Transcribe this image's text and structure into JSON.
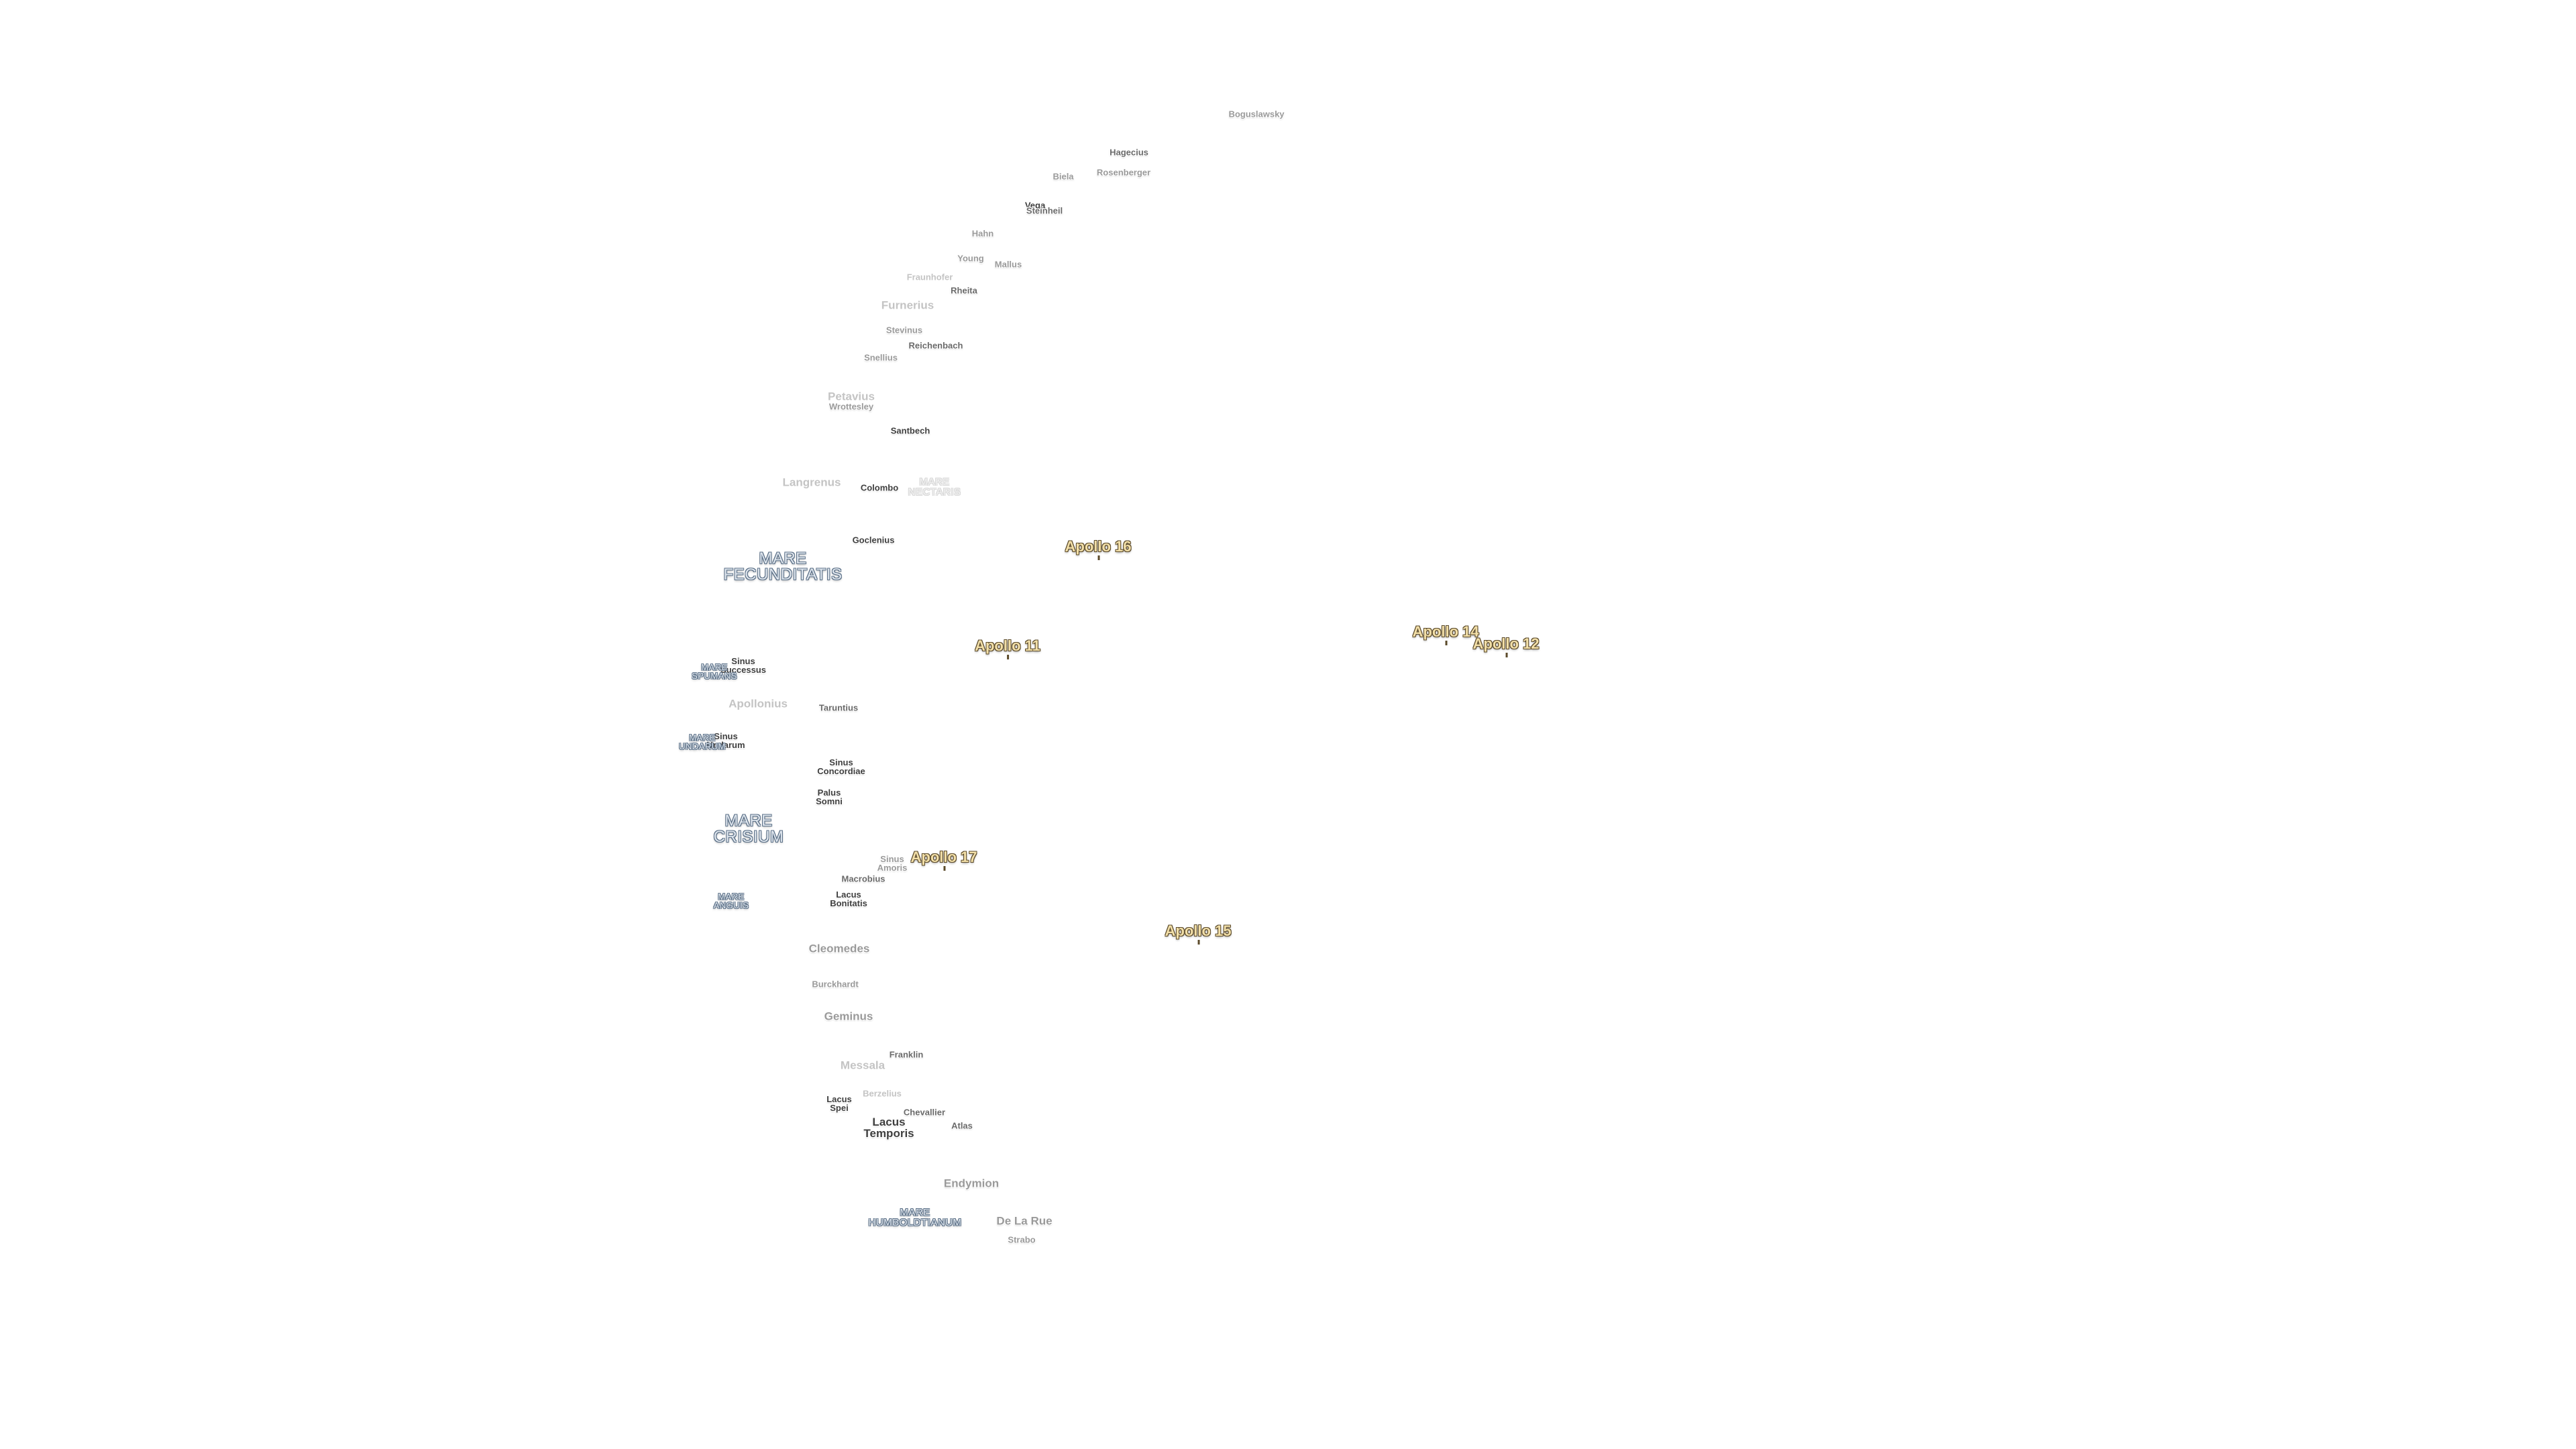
{
  "map": {
    "apollo_sites": [
      {
        "id": "a16",
        "label": "Apollo 16"
      },
      {
        "id": "a11",
        "label": "Apollo 11"
      },
      {
        "id": "a14",
        "label": "Apollo 14"
      },
      {
        "id": "a12",
        "label": "Apollo 12"
      },
      {
        "id": "a17",
        "label": "Apollo 17"
      },
      {
        "id": "a15",
        "label": "Apollo 15"
      }
    ],
    "maria": [
      {
        "id": "fecunditatis",
        "label": "MARE\nFECUNDITATIS"
      },
      {
        "id": "crisium",
        "label": "MARE\nCRISIUM"
      },
      {
        "id": "spumans",
        "label": "MARE\nSPUMANS"
      },
      {
        "id": "undarum",
        "label": "MARE\nUNDARUM"
      },
      {
        "id": "anguis",
        "label": "MARE\nANGUIS"
      },
      {
        "id": "humboldtianum",
        "label": "MARE\nHUMBOLDTIANUM"
      },
      {
        "id": "nectaris",
        "label": "MARE\nNECTARIS"
      }
    ],
    "features": [
      {
        "id": "boguslawsky",
        "label": "Boguslawsky"
      },
      {
        "id": "hagecius",
        "label": "Hagecius"
      },
      {
        "id": "rosenberger",
        "label": "Rosenberger"
      },
      {
        "id": "biela",
        "label": "Biela"
      },
      {
        "id": "vega",
        "label": "Vega"
      },
      {
        "id": "steinheil",
        "label": "Steinheil"
      },
      {
        "id": "hahn",
        "label": "Hahn"
      },
      {
        "id": "young",
        "label": "Young"
      },
      {
        "id": "mallus",
        "label": "Mallus"
      },
      {
        "id": "fraunhofer",
        "label": "Fraunhofer"
      },
      {
        "id": "rheita",
        "label": "Rheita"
      },
      {
        "id": "furnerius",
        "label": "Furnerius"
      },
      {
        "id": "stevinus",
        "label": "Stevinus"
      },
      {
        "id": "reichenbach",
        "label": "Reichenbach"
      },
      {
        "id": "snellius",
        "label": "Snellius"
      },
      {
        "id": "petavius",
        "label": "Petavius"
      },
      {
        "id": "wrottesley",
        "label": "Wrottesley"
      },
      {
        "id": "santbech",
        "label": "Santbech"
      },
      {
        "id": "langrenus",
        "label": "Langrenus"
      },
      {
        "id": "colombo",
        "label": "Colombo"
      },
      {
        "id": "goclenius",
        "label": "Goclenius"
      },
      {
        "id": "sinus-successus",
        "label": "Sinus\nSuccessus"
      },
      {
        "id": "apollonius",
        "label": "Apollonius"
      },
      {
        "id": "taruntius",
        "label": "Taruntius"
      },
      {
        "id": "sinus-undarum",
        "label": "Sinus\nUndarum"
      },
      {
        "id": "sinus-concordiae",
        "label": "Sinus\nConcordiae"
      },
      {
        "id": "palus-somni",
        "label": "Palus\nSomni"
      },
      {
        "id": "sinus-amoris",
        "label": "Sinus\nAmoris"
      },
      {
        "id": "macrobius",
        "label": "Macrobius"
      },
      {
        "id": "lacus-bonitatis",
        "label": "Lacus\nBonitatis"
      },
      {
        "id": "cleomedes",
        "label": "Cleomedes"
      },
      {
        "id": "burckhardt",
        "label": "Burckhardt"
      },
      {
        "id": "geminus",
        "label": "Geminus"
      },
      {
        "id": "franklin",
        "label": "Franklin"
      },
      {
        "id": "messala",
        "label": "Messala"
      },
      {
        "id": "berzelius",
        "label": "Berzelius"
      },
      {
        "id": "lacus-spei",
        "label": "Lacus\nSpei"
      },
      {
        "id": "chevallier",
        "label": "Chevallier"
      },
      {
        "id": "lacus-temporis",
        "label": "Lacus\nTemporis"
      },
      {
        "id": "atlas",
        "label": "Atlas"
      },
      {
        "id": "endymion",
        "label": "Endymion"
      },
      {
        "id": "de-la-rue",
        "label": "De La Rue"
      },
      {
        "id": "strabo",
        "label": "Strabo"
      }
    ]
  }
}
